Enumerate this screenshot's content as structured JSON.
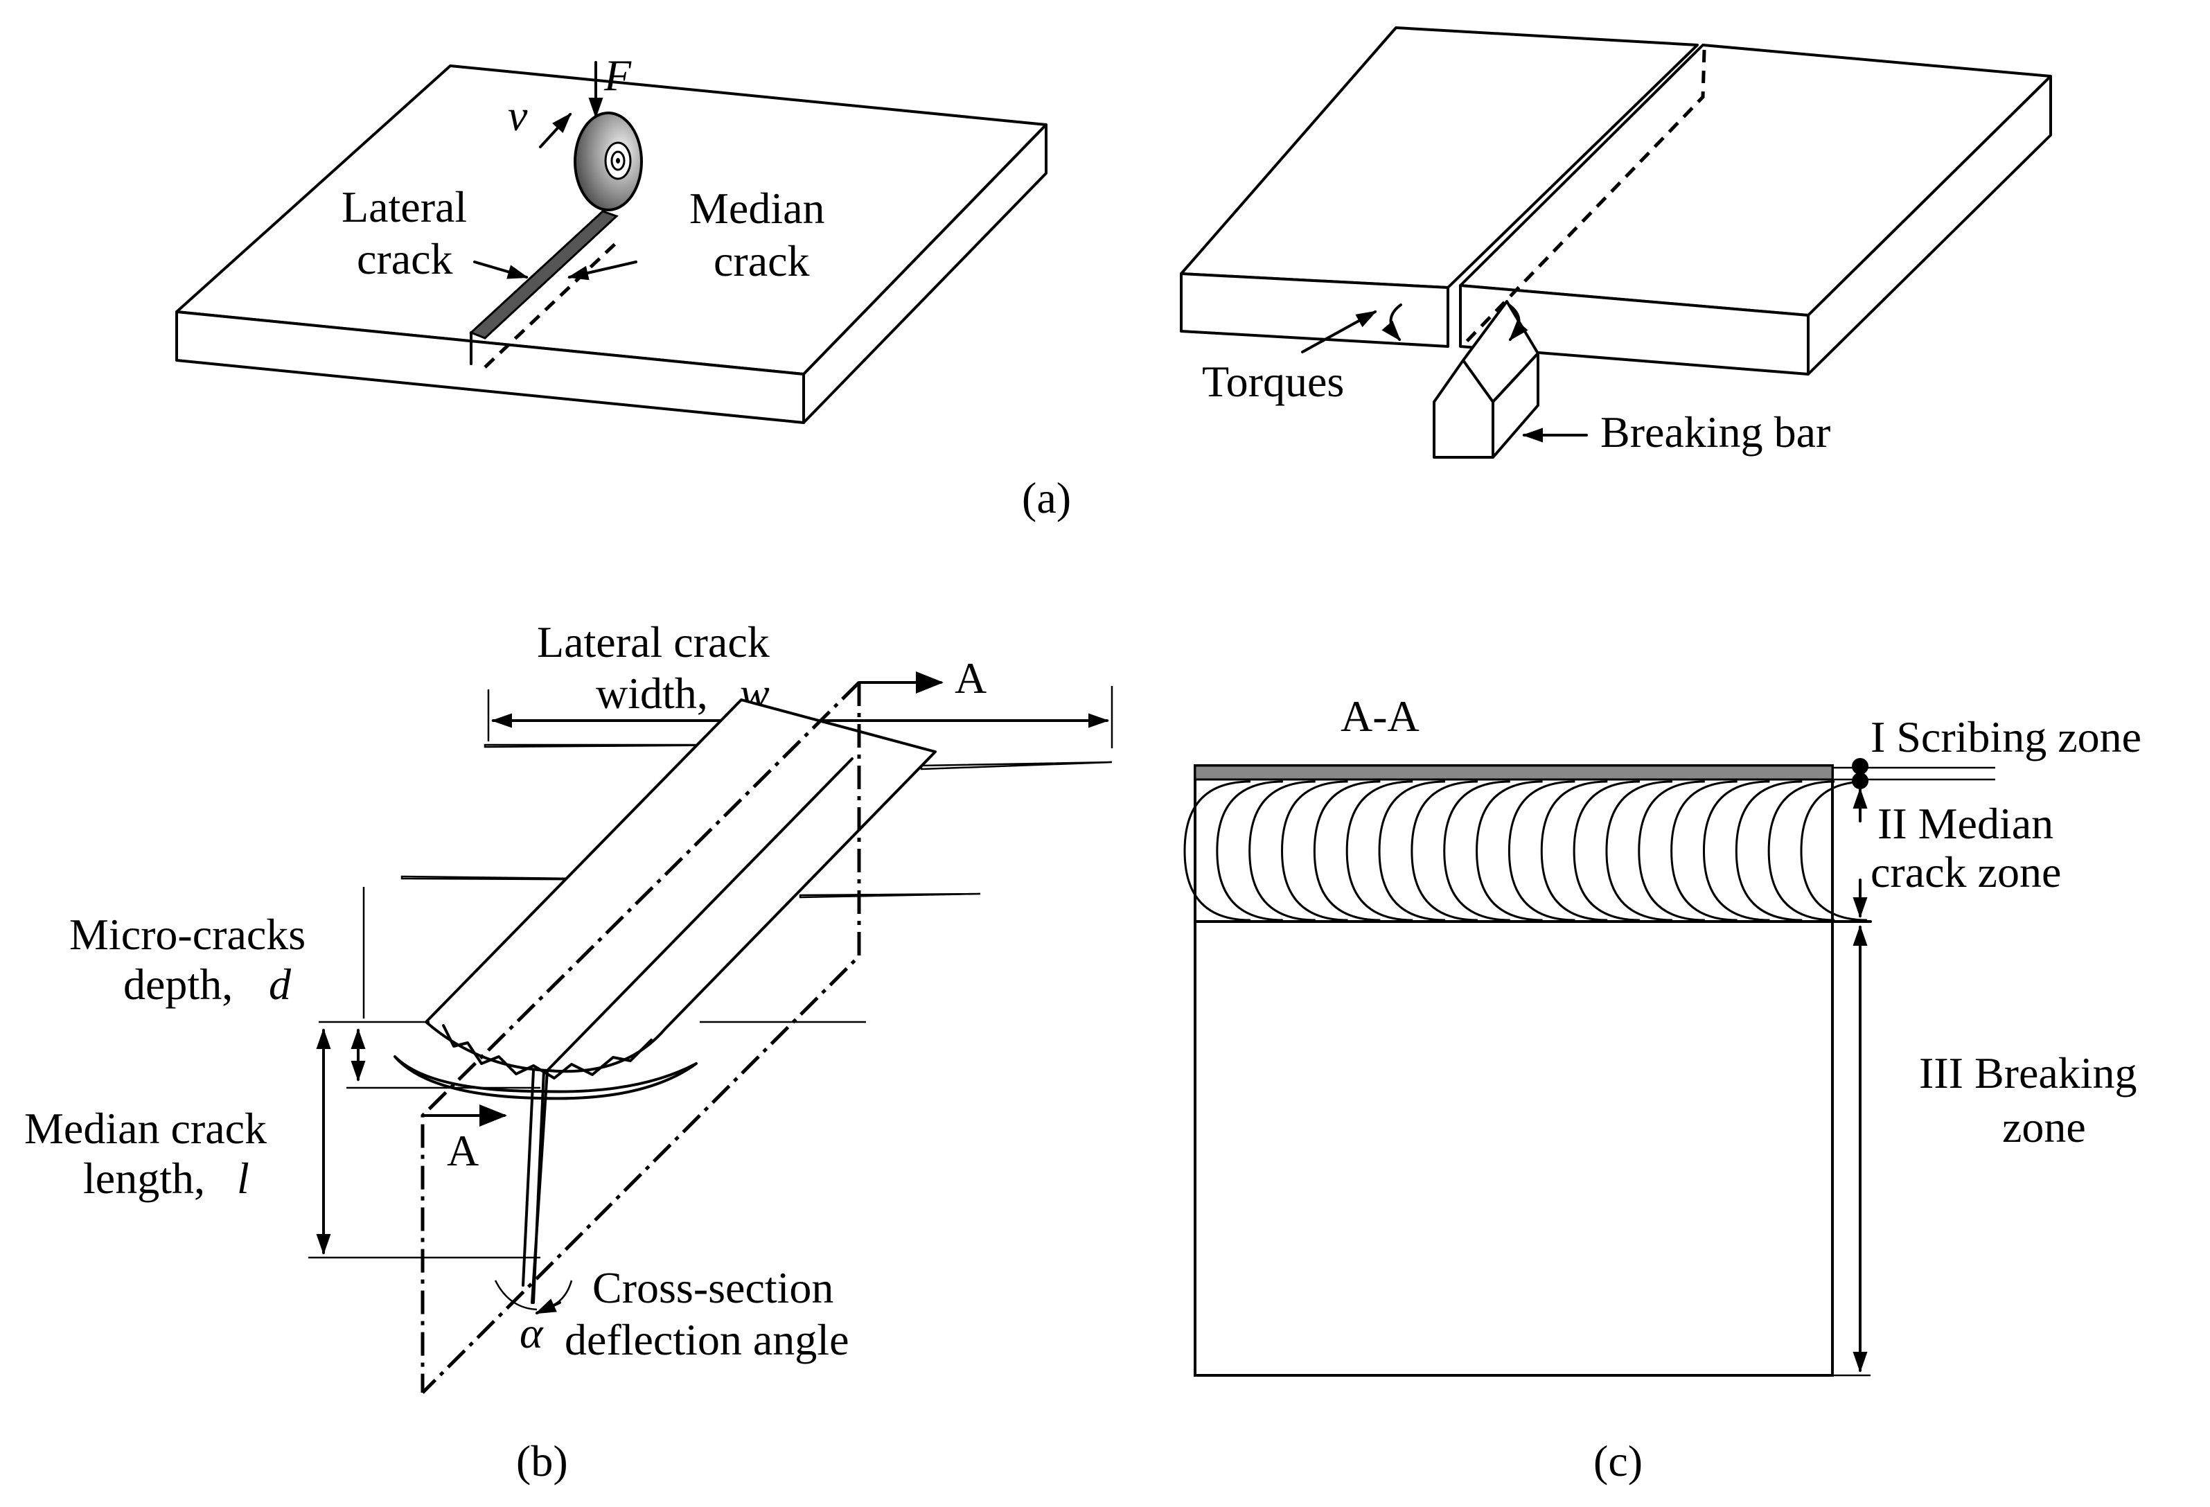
{
  "panel_a": {
    "caption": "(a)",
    "scribing": {
      "velocity_symbol": "v",
      "force_symbol": "F",
      "lateral_crack_line1": "Lateral",
      "lateral_crack_line2": "crack",
      "median_crack_line1": "Median",
      "median_crack_line2": "crack"
    },
    "breaking": {
      "torques_label": "Torques",
      "breaking_bar_label": "Breaking bar"
    }
  },
  "panel_b": {
    "caption": "(b)",
    "lateral_width_line1": "Lateral crack",
    "lateral_width_line2": "width,",
    "lateral_width_symbol": "w",
    "section_marker_top": "A",
    "section_marker_bottom": "A",
    "microcracks_line1": "Micro-cracks",
    "microcracks_line2": "depth,",
    "microcracks_symbol": "d",
    "median_length_line1": "Median crack",
    "median_length_line2": "length,",
    "median_length_symbol": "l",
    "deflection_line1": "Cross-section",
    "deflection_line2": "deflection angle",
    "deflection_symbol": "α"
  },
  "panel_c": {
    "caption": "(c)",
    "section_title": "A-A",
    "zone1": "I Scribing zone",
    "zone2_line1": "II Median",
    "zone2_line2": "crack zone",
    "zone3_line1": "III Breaking",
    "zone3_line2": "zone"
  }
}
